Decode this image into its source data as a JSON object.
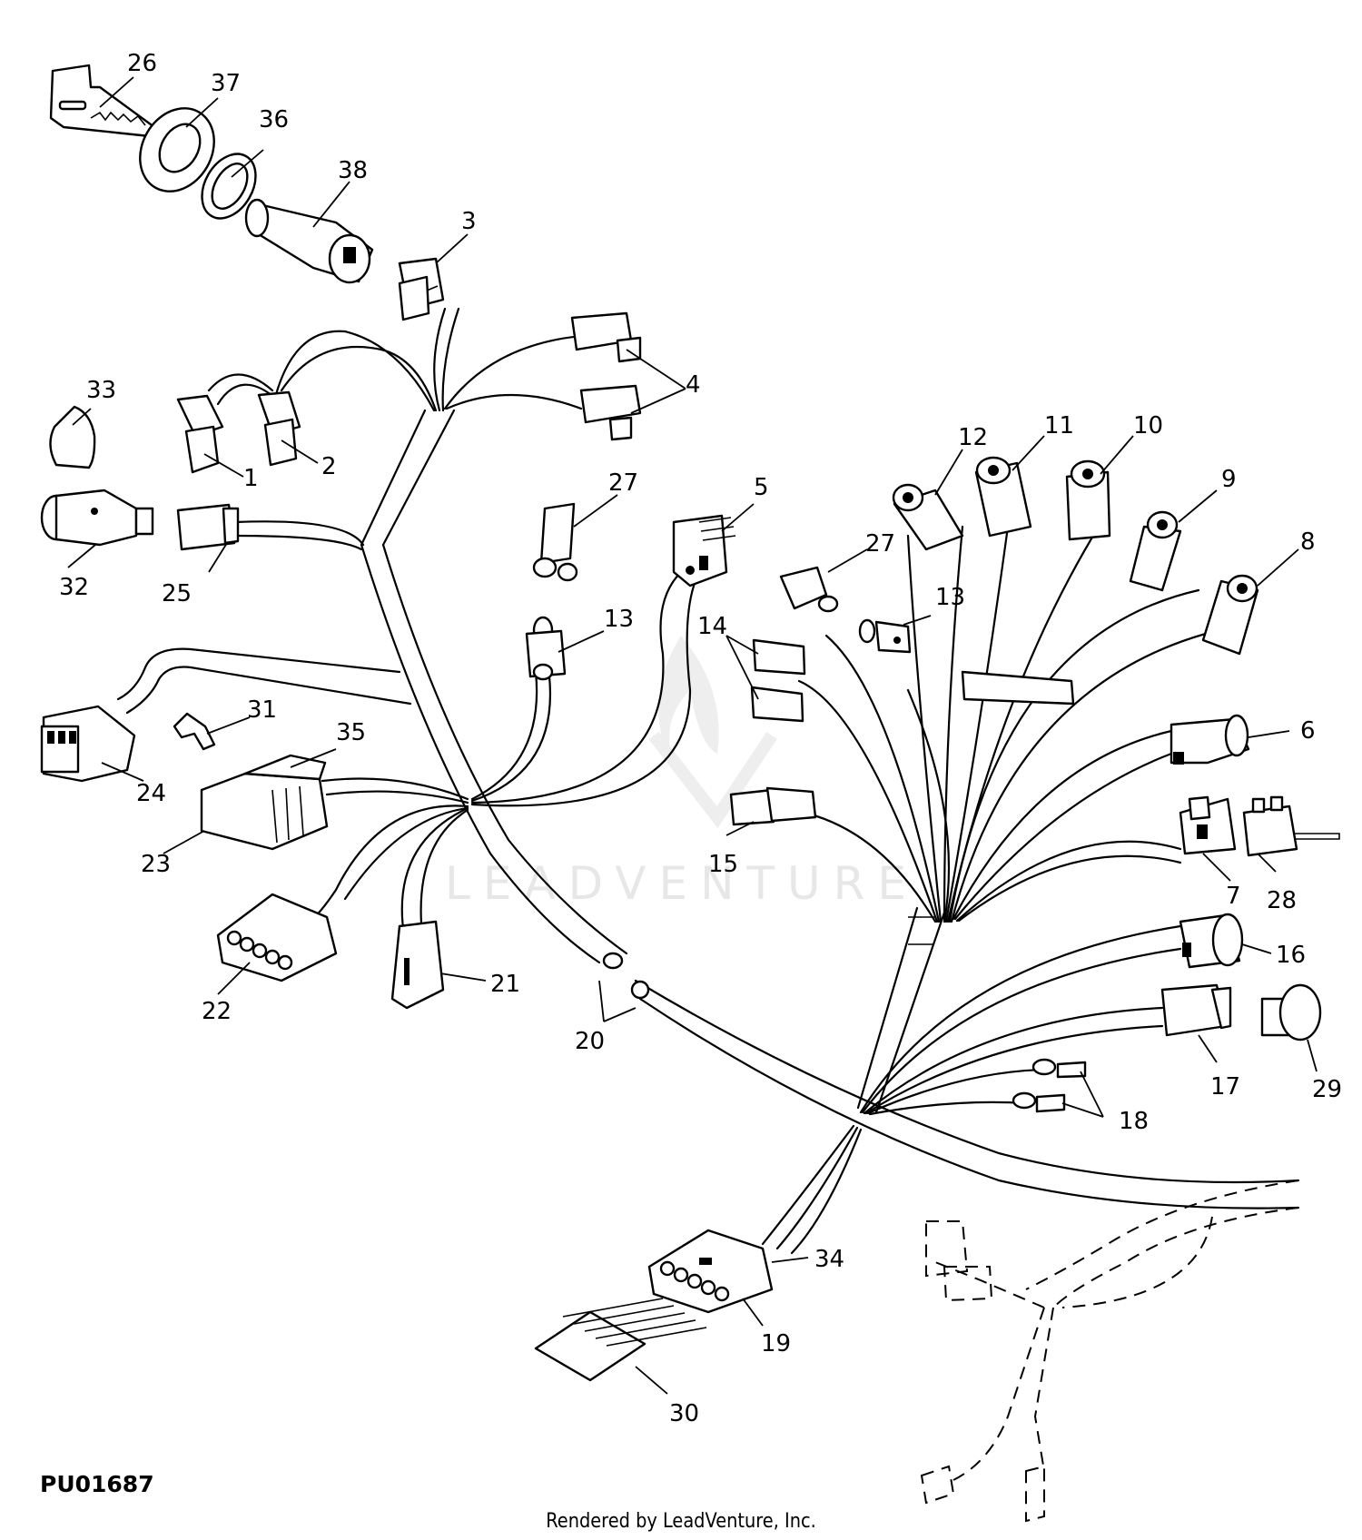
{
  "figure_id": "PU01687",
  "credit": "Rendered by LeadVenture, Inc.",
  "watermark": "LEADVENTURE",
  "callouts": [
    "1",
    "2",
    "3",
    "4",
    "5",
    "6",
    "7",
    "8",
    "9",
    "10",
    "11",
    "12",
    "13",
    "13",
    "14",
    "15",
    "16",
    "17",
    "18",
    "19",
    "20",
    "21",
    "22",
    "23",
    "24",
    "25",
    "26",
    "27",
    "27",
    "28",
    "29",
    "30",
    "31",
    "32",
    "33",
    "34",
    "35",
    "36",
    "37",
    "38"
  ]
}
